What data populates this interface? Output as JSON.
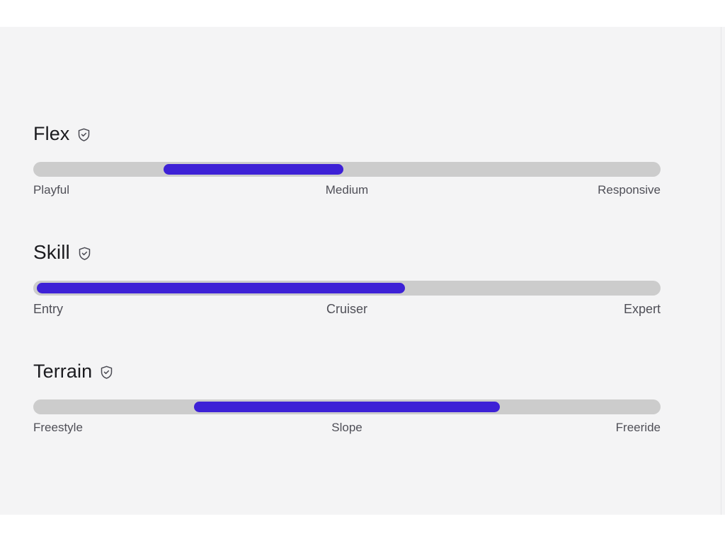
{
  "page": {
    "background_color": "#ffffff",
    "panel_color": "#f4f4f5",
    "accent_color": "#3d21d6",
    "track_color": "#cccccc",
    "title_color": "#1b1b1f",
    "label_color": "#4f4f57"
  },
  "sliders": [
    {
      "id": "flex",
      "title": "Flex",
      "icon": "shield-check-icon",
      "verified": true,
      "scale": {
        "left": "Playful",
        "middle": "Medium",
        "right": "Responsive"
      },
      "fill": {
        "start_percent": 20.8,
        "end_percent": 49.4
      }
    },
    {
      "id": "skill",
      "title": "Skill",
      "icon": "shield-check-icon",
      "verified": true,
      "scale": {
        "left": "Entry",
        "middle": "Cruiser",
        "right": "Expert"
      },
      "fill": {
        "start_percent": 0.6,
        "end_percent": 59.3
      }
    },
    {
      "id": "terrain",
      "title": "Terrain",
      "icon": "shield-check-icon",
      "verified": true,
      "scale": {
        "left": "Freestyle",
        "middle": "Slope",
        "right": "Freeride"
      },
      "fill": {
        "start_percent": 25.6,
        "end_percent": 74.4
      }
    }
  ]
}
